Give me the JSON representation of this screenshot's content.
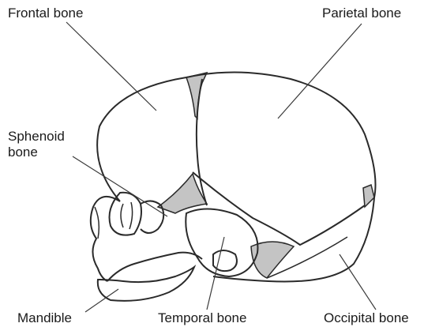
{
  "labels": {
    "frontal": "Frontal bone",
    "parietal": "Parietal bone",
    "sphenoid": "Sphenoid bone",
    "mandible": "Mandible",
    "temporal": "Temporal bone",
    "occipital": "Occipital bone"
  },
  "colors": {
    "outline": "#2a2a2a",
    "fontanelle": "#c4c4c4",
    "fill": "#ffffff",
    "text": "#1a1a1a"
  }
}
